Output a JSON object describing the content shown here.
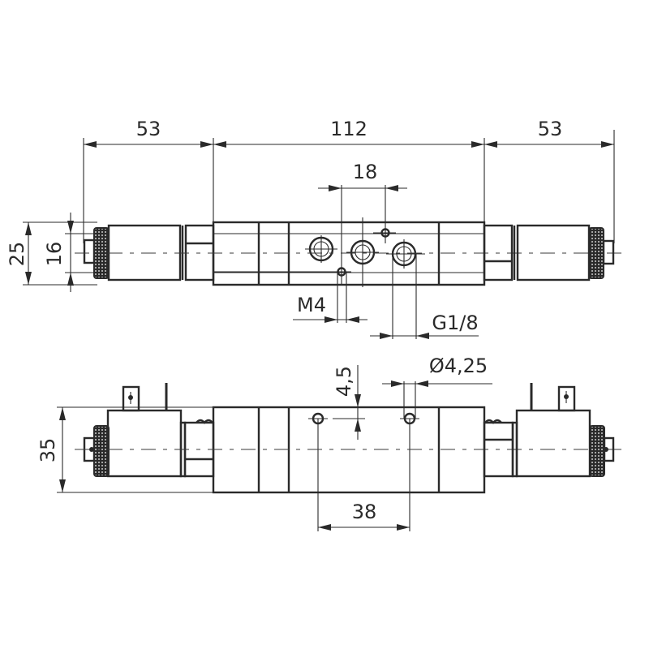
{
  "drawing": {
    "type": "technical-dimension-drawing",
    "subject": "solenoid valve (double solenoid, top and side views)",
    "colors": {
      "line": "#2a2a2a",
      "background": "#ffffff"
    },
    "top_view": {
      "dimensions": {
        "left_coil_length": "53",
        "body_length": "112",
        "right_coil_length": "53",
        "port_spacing": "18",
        "overall_height": "25",
        "coil_height": "16",
        "mount_thread": "M4",
        "port_thread": "G1/8"
      }
    },
    "side_view": {
      "dimensions": {
        "hole_offset": "4,5",
        "hole_diameter": "Ø4,25",
        "height": "35",
        "hole_spacing": "38"
      }
    }
  }
}
